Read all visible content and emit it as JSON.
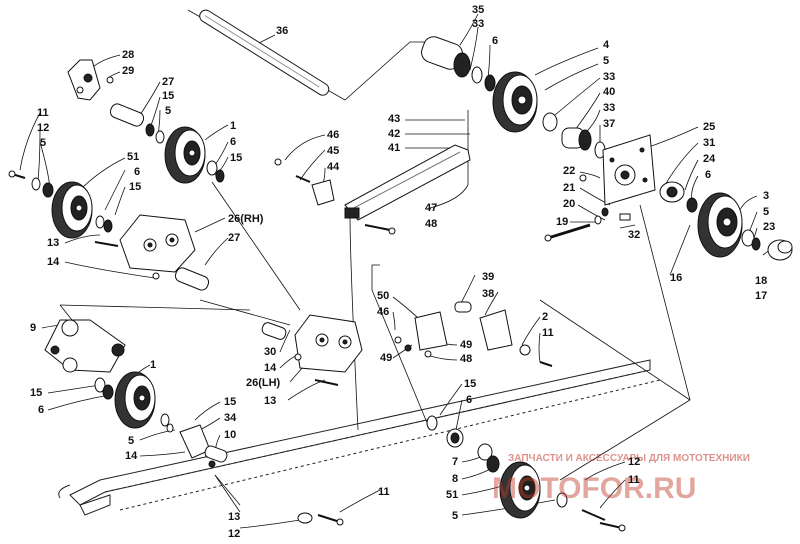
{
  "diagram": {
    "callouts": [
      {
        "id": "c-36",
        "text": "36"
      },
      {
        "id": "c-35",
        "text": "35"
      },
      {
        "id": "c-33a",
        "text": "33"
      },
      {
        "id": "c-6a",
        "text": "6"
      },
      {
        "id": "c-4",
        "text": "4"
      },
      {
        "id": "c-5a",
        "text": "5"
      },
      {
        "id": "c-33b",
        "text": "33"
      },
      {
        "id": "c-40",
        "text": "40"
      },
      {
        "id": "c-33c",
        "text": "33"
      },
      {
        "id": "c-37",
        "text": "37"
      },
      {
        "id": "c-25",
        "text": "25"
      },
      {
        "id": "c-31",
        "text": "31"
      },
      {
        "id": "c-24",
        "text": "24"
      },
      {
        "id": "c-6b",
        "text": "6"
      },
      {
        "id": "c-3",
        "text": "3"
      },
      {
        "id": "c-5b",
        "text": "5"
      },
      {
        "id": "c-23",
        "text": "23"
      },
      {
        "id": "c-18",
        "text": "18"
      },
      {
        "id": "c-17",
        "text": "17"
      },
      {
        "id": "c-16",
        "text": "16"
      },
      {
        "id": "c-22",
        "text": "22"
      },
      {
        "id": "c-21",
        "text": "21"
      },
      {
        "id": "c-20",
        "text": "20"
      },
      {
        "id": "c-19",
        "text": "19"
      },
      {
        "id": "c-32",
        "text": "32"
      },
      {
        "id": "c-43",
        "text": "43"
      },
      {
        "id": "c-42",
        "text": "42"
      },
      {
        "id": "c-41",
        "text": "41"
      },
      {
        "id": "c-47",
        "text": "47"
      },
      {
        "id": "c-48a",
        "text": "48"
      },
      {
        "id": "c-46a",
        "text": "46"
      },
      {
        "id": "c-45",
        "text": "45"
      },
      {
        "id": "c-44",
        "text": "44"
      },
      {
        "id": "c-28",
        "text": "28"
      },
      {
        "id": "c-29",
        "text": "29"
      },
      {
        "id": "c-27a",
        "text": "27"
      },
      {
        "id": "c-15a",
        "text": "15"
      },
      {
        "id": "c-5c",
        "text": "5"
      },
      {
        "id": "c-11a",
        "text": "11"
      },
      {
        "id": "c-12a",
        "text": "12"
      },
      {
        "id": "c-5d",
        "text": "5"
      },
      {
        "id": "c-1a",
        "text": "1"
      },
      {
        "id": "c-6c",
        "text": "6"
      },
      {
        "id": "c-15b",
        "text": "15"
      },
      {
        "id": "c-51a",
        "text": "51"
      },
      {
        "id": "c-6d",
        "text": "6"
      },
      {
        "id": "c-15c",
        "text": "15"
      },
      {
        "id": "c-26rh",
        "text": "26(RH)"
      },
      {
        "id": "c-27b",
        "text": "27"
      },
      {
        "id": "c-13a",
        "text": "13"
      },
      {
        "id": "c-14a",
        "text": "14"
      },
      {
        "id": "c-39",
        "text": "39"
      },
      {
        "id": "c-38",
        "text": "38"
      },
      {
        "id": "c-50",
        "text": "50"
      },
      {
        "id": "c-46b",
        "text": "46"
      },
      {
        "id": "c-2",
        "text": "2"
      },
      {
        "id": "c-11b",
        "text": "11"
      },
      {
        "id": "c-49a",
        "text": "49"
      },
      {
        "id": "c-48b",
        "text": "48"
      },
      {
        "id": "c-49b",
        "text": "49"
      },
      {
        "id": "c-9",
        "text": "9"
      },
      {
        "id": "c-1b",
        "text": "1"
      },
      {
        "id": "c-15d",
        "text": "15"
      },
      {
        "id": "c-6e",
        "text": "6"
      },
      {
        "id": "c-30",
        "text": "30"
      },
      {
        "id": "c-14b",
        "text": "14"
      },
      {
        "id": "c-26lh",
        "text": "26(LH)"
      },
      {
        "id": "c-13b",
        "text": "13"
      },
      {
        "id": "c-15e",
        "text": "15"
      },
      {
        "id": "c-34",
        "text": "34"
      },
      {
        "id": "c-10",
        "text": "10"
      },
      {
        "id": "c-5e",
        "text": "5"
      },
      {
        "id": "c-14c",
        "text": "14"
      },
      {
        "id": "c-15f",
        "text": "15"
      },
      {
        "id": "c-6f",
        "text": "6"
      },
      {
        "id": "c-7",
        "text": "7"
      },
      {
        "id": "c-8",
        "text": "8"
      },
      {
        "id": "c-51b",
        "text": "51"
      },
      {
        "id": "c-5f",
        "text": "5"
      },
      {
        "id": "c-12b",
        "text": "12"
      },
      {
        "id": "c-11c",
        "text": "11"
      },
      {
        "id": "c-13c",
        "text": "13"
      },
      {
        "id": "c-12c",
        "text": "12"
      },
      {
        "id": "c-11d",
        "text": "11"
      }
    ]
  },
  "watermark": {
    "tagline": "ЗАПЧАСТИ И АКСЕССУАРЫ ДЛЯ МОТОТЕХНИКИ",
    "brand_left": "MOTO",
    "brand_right": "FOR.RU",
    "brand_color": "#c0392b"
  }
}
